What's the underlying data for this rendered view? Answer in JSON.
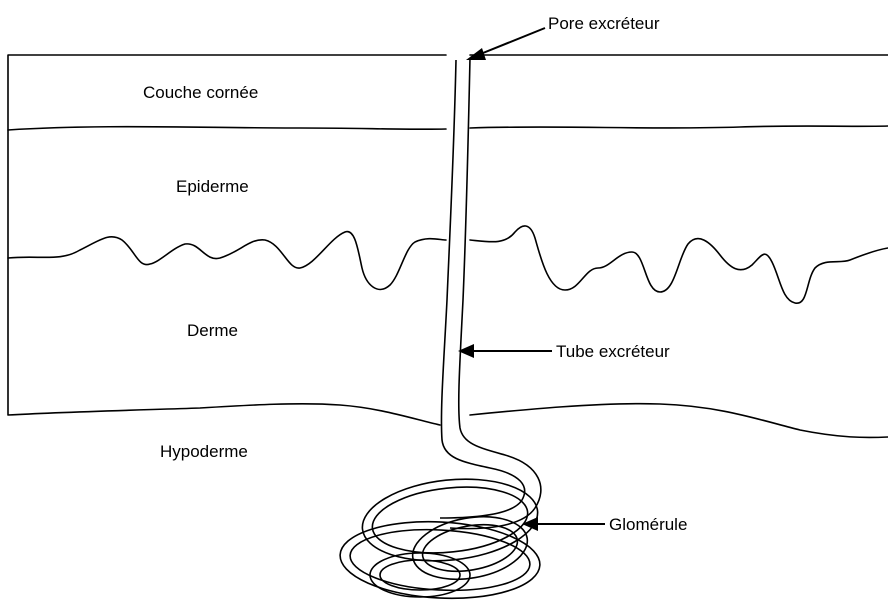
{
  "diagram": {
    "layers": {
      "stratum_corneum": "Couche cornée",
      "epidermis": "Epiderme",
      "dermis": "Derme",
      "hypodermis": "Hypoderme"
    },
    "callouts": {
      "pore": "Pore excréteur",
      "tube": "Tube excréteur",
      "glomerulus": "Glomérule"
    },
    "colors": {
      "ink": "#000000",
      "background": "#ffffff"
    }
  }
}
